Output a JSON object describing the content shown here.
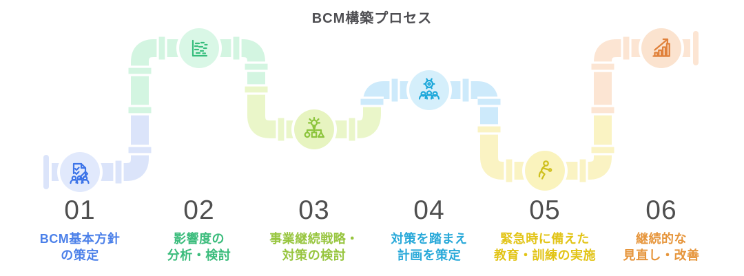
{
  "title": "BCM構築プロセス",
  "title_color": "#4e4e52",
  "number_color": "#4f4f4f",
  "pipe": {
    "colors": [
      "#dbe4fa",
      "#d3f5e1",
      "#eaf6c9",
      "#cdeafb",
      "#faf3c3",
      "#fce5d3"
    ]
  },
  "steps": [
    {
      "number": "01",
      "label_line1": "BCM基本方針",
      "label_line2": "の策定",
      "text_color": "#4b80e9",
      "icon": "document-check-team-icon",
      "icon_color": "#3d74e8",
      "circle_bg": "#e1e9fc"
    },
    {
      "number": "02",
      "label_line1": "影響度の",
      "label_line2": "分析・検討",
      "text_color": "#3bbc7c",
      "icon": "impact-analysis-chart-icon",
      "icon_color": "#35bd7c",
      "circle_bg": "#d9f7e6"
    },
    {
      "number": "03",
      "label_line1": "事業継続戦略・",
      "label_line2": "対策の検討",
      "text_color": "#97c53e",
      "icon": "idea-strategy-shapes-icon",
      "icon_color": "#8cc43c",
      "circle_bg": "#e7f4c0"
    },
    {
      "number": "04",
      "label_line1": "対策を踏まえ",
      "label_line2": "計画を策定",
      "text_color": "#29a9d9",
      "icon": "gear-team-icon",
      "icon_color": "#1ea8da",
      "circle_bg": "#d5effb"
    },
    {
      "number": "05",
      "label_line1": "緊急時に備えた",
      "label_line2": "教育・訓練の実施",
      "text_color": "#e2c417",
      "icon": "training-runner-icon",
      "icon_color": "#cfc01e",
      "circle_bg": "#faf3bd"
    },
    {
      "number": "06",
      "label_line1": "継続的な",
      "label_line2": "見直し・改善",
      "text_color": "#e6953b",
      "icon": "growth-chart-arrow-icon",
      "icon_color": "#e0813b",
      "circle_bg": "#fbe3cf"
    }
  ]
}
